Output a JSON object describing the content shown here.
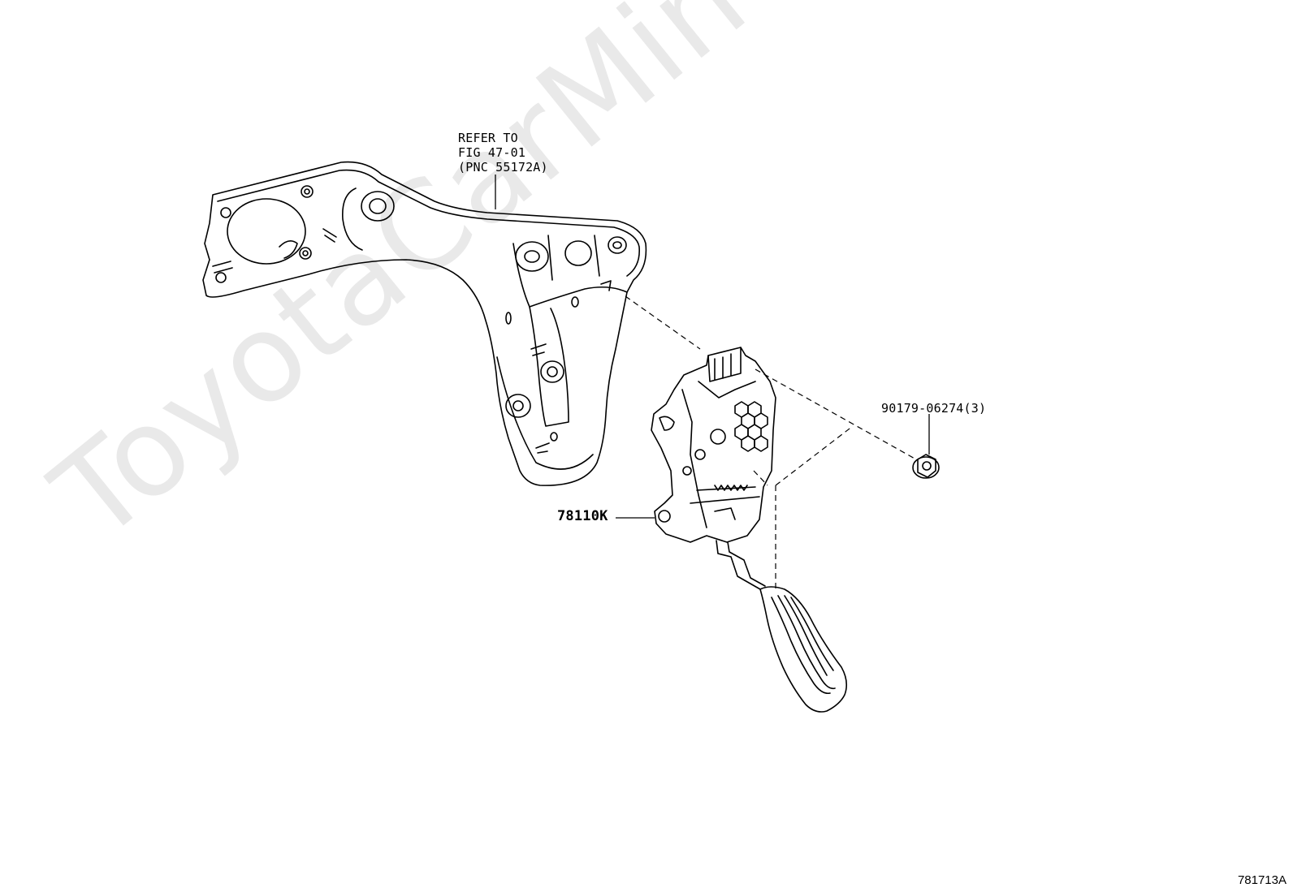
{
  "watermark": "ToyotaCarMine.ru",
  "callouts": {
    "refer_line1": "REFER TO",
    "refer_line2": "FIG 47-01",
    "refer_line3": "(PNC 55172A)",
    "nut_part": "90179-06274(3)",
    "pedal_part": "78110K"
  },
  "figure_id": "781713A",
  "parts": {
    "bracket_icon": "pedal-support-bracket-icon",
    "pedal_icon": "accelerator-pedal-assembly-icon",
    "nut_icon": "flange-nut-icon"
  }
}
